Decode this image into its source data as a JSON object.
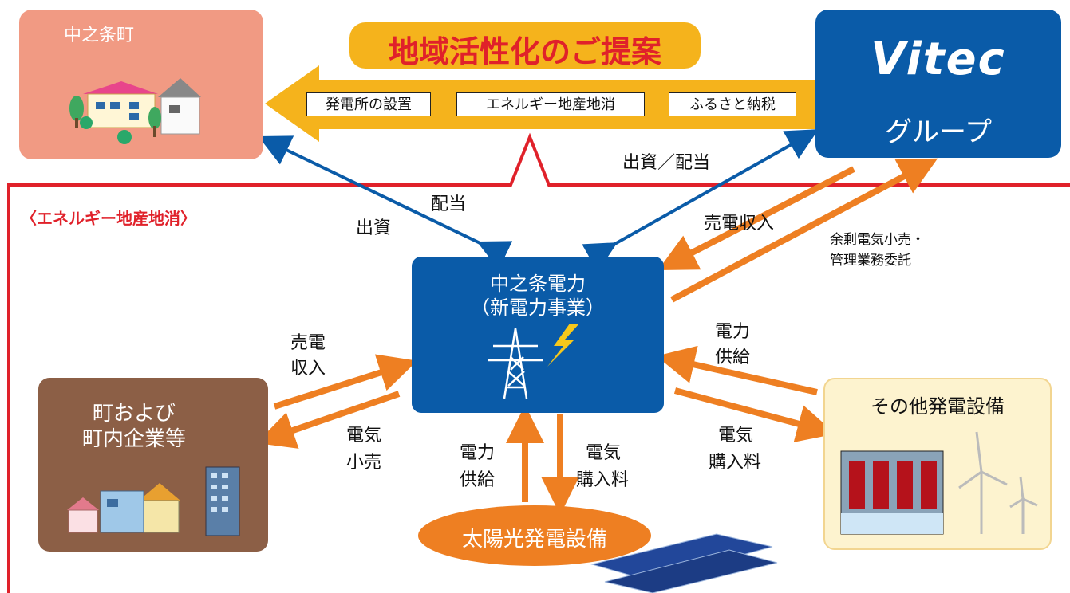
{
  "town": {
    "name": "中之条町"
  },
  "proposal": {
    "title": "地域活性化のご提案",
    "items": [
      "発電所の設置",
      "エネルギー地産地消",
      "ふるさと納税"
    ]
  },
  "vitec": {
    "logo": "Vitec",
    "group": "グループ"
  },
  "section": {
    "title": "〈エネルギー地産地消〉"
  },
  "core": {
    "line1": "中之条電力",
    "line2": "（新電力事業）"
  },
  "local": {
    "line1": "町および",
    "line2": "町内企業等"
  },
  "other": {
    "title": "その他発電設備"
  },
  "solar": {
    "title": "太陽光発電設備"
  },
  "labels": {
    "town_invest": "出資",
    "town_dividend": "配当",
    "vitec_invest": "出資／配当",
    "vitec_sales": "売電収入",
    "vitec_retail_1": "余剰電気小売・",
    "vitec_retail_2": "管理業務委託",
    "local_sales_1": "売電",
    "local_sales_2": "収入",
    "local_retail_1": "電気",
    "local_retail_2": "小売",
    "other_supply_1": "電力",
    "other_supply_2": "供給",
    "other_purchase_1": "電気",
    "other_purchase_2": "購入料",
    "solar_supply_1": "電力",
    "solar_supply_2": "供給",
    "solar_purchase_1": "電気",
    "solar_purchase_2": "購入料"
  },
  "colors": {
    "town_box": "#f19a83",
    "proposal": "#f5b31c",
    "blue": "#0a5ba8",
    "orange": "#ee7f22",
    "brown": "#8c5f46",
    "cream": "#fdf3cf",
    "red": "#e0212a",
    "title_red": "#e0212a"
  }
}
